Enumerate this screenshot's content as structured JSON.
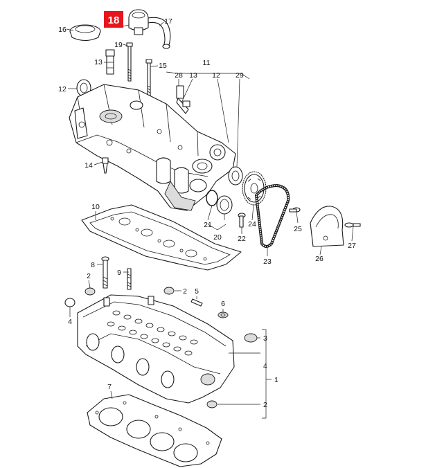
{
  "highlight": {
    "label": "18",
    "color": "#e8141c"
  },
  "callouts": {
    "c1": "1",
    "c2a": "2",
    "c2b": "2",
    "c2c": "2",
    "c3": "3",
    "c4a": "4",
    "c4b": "4",
    "c5": "5",
    "c6": "6",
    "c7": "7",
    "c8": "8",
    "c9": "9",
    "c10": "10",
    "c11": "11",
    "c12a": "12",
    "c12b": "12",
    "c13a": "13",
    "c13b": "13",
    "c14": "14",
    "c15": "15",
    "c16": "16",
    "c17": "17",
    "c19": "19",
    "c20": "20",
    "c21": "21",
    "c22": "22",
    "c23": "23",
    "c24": "24",
    "c25": "25",
    "c26": "26",
    "c27": "27",
    "c28": "28",
    "c29": "29"
  }
}
